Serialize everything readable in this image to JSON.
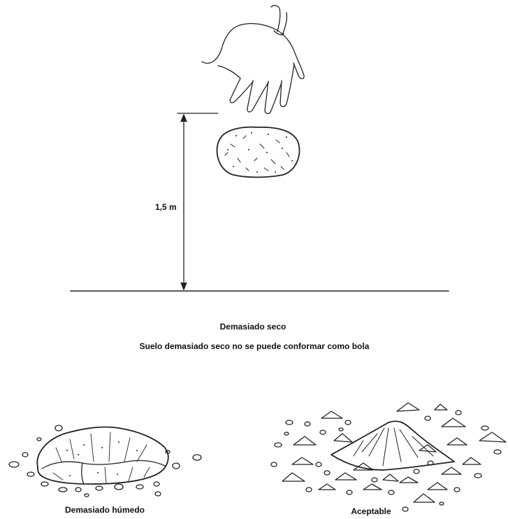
{
  "height_label": "1,5 m",
  "too_dry": {
    "title": "Demasiado seco",
    "description": "Suelo demasiado seco no se puede conformar como bola"
  },
  "too_wet": {
    "title": "Demasiado húmedo"
  },
  "acceptable": {
    "title": "Aceptable"
  }
}
